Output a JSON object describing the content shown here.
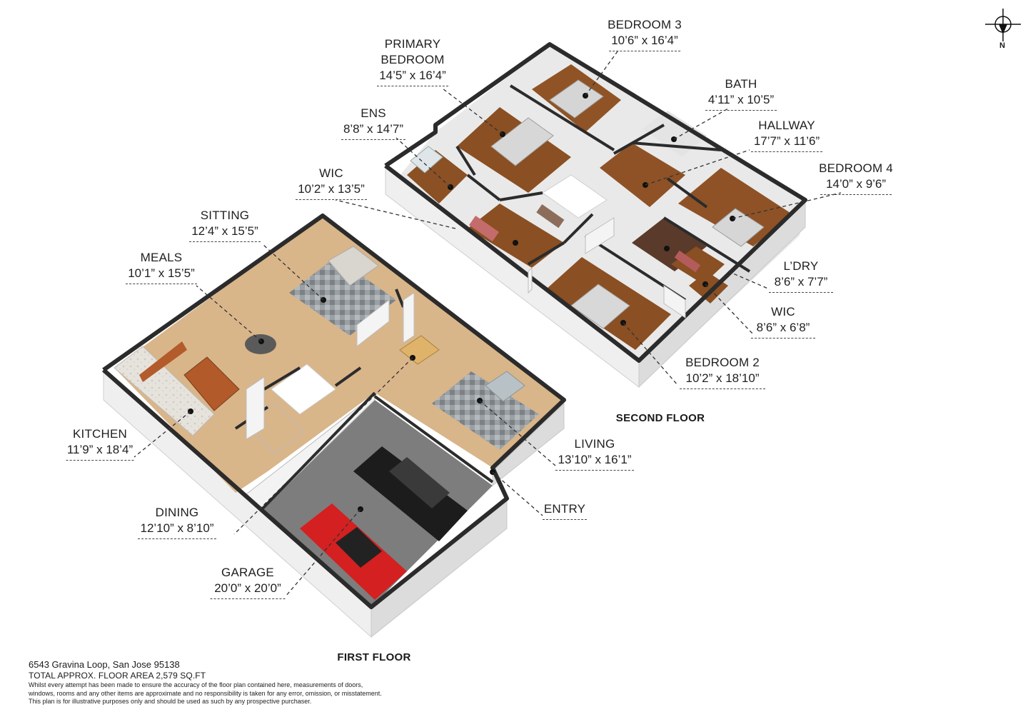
{
  "compass": {
    "icon": "north-compass-icon",
    "label": "N"
  },
  "floors": [
    {
      "id": "first",
      "title": "FIRST FLOOR"
    },
    {
      "id": "second",
      "title": "SECOND FLOOR"
    }
  ],
  "rooms": {
    "bedroom3": {
      "name": "BEDROOM 3",
      "dims": "10’6” x 16’4”"
    },
    "primary": {
      "name_line1": "PRIMARY",
      "name_line2": "BEDROOM",
      "dims": "14’5” x 16’4”"
    },
    "bath": {
      "name": "BATH",
      "dims": "4’11” x 10’5”"
    },
    "ens": {
      "name": "ENS",
      "dims": "8’8” x 14’7”"
    },
    "hallway": {
      "name": "HALLWAY",
      "dims": "17’7” x 11’6”"
    },
    "bedroom4": {
      "name": "BEDROOM 4",
      "dims": "14’0” x 9’6”"
    },
    "wic_upper": {
      "name": "WIC",
      "dims": "10’2” x 13’5”"
    },
    "sitting": {
      "name": "SITTING",
      "dims": "12’4” x 15’5”"
    },
    "meals": {
      "name": "MEALS",
      "dims": "10’1” x 15’5”"
    },
    "laundry": {
      "name": "L’DRY",
      "dims": "8’6” x 7’7”"
    },
    "wic_lower": {
      "name": "WIC",
      "dims": "8’6” x 6’8”"
    },
    "bedroom2": {
      "name": "BEDROOM 2",
      "dims": "10’2” x 18’10”"
    },
    "kitchen": {
      "name": "KITCHEN",
      "dims": "11’9” x 18’4”"
    },
    "living": {
      "name": "LIVING",
      "dims": "13’10” x 16’1”"
    },
    "dining": {
      "name": "DINING",
      "dims": "12’10” x 8’10”"
    },
    "entry": {
      "name": "ENTRY"
    },
    "garage": {
      "name": "GARAGE",
      "dims": "20’0” x 20’0”"
    }
  },
  "footer": {
    "address": "6543 Gravina Loop, San Jose 95138",
    "total_area": "TOTAL APPROX. FLOOR AREA 2,579 SQ.FT",
    "disclaimer_1": "Whilst every attempt has been made to ensure the accuracy of the floor plan contained here, measurements of doors,",
    "disclaimer_2": "windows, rooms and any other items are approximate and no responsibility is taken for any error, omission, or misstatement.",
    "disclaimer_3": "This plan is for illustrative purposes only and should be used as such by any prospective purchaser."
  },
  "colors": {
    "wall_top": "#2b2b2b",
    "wall_face": "#f1f1f1",
    "wall_shade": "#d9d9d9",
    "dark_wood": "#8a4f22",
    "light_wood": "#d9b58a",
    "garage_floor": "#7d7d7d",
    "rug": "#8f9497",
    "car_red": "#d42020",
    "car_black": "#1c1c1c"
  }
}
